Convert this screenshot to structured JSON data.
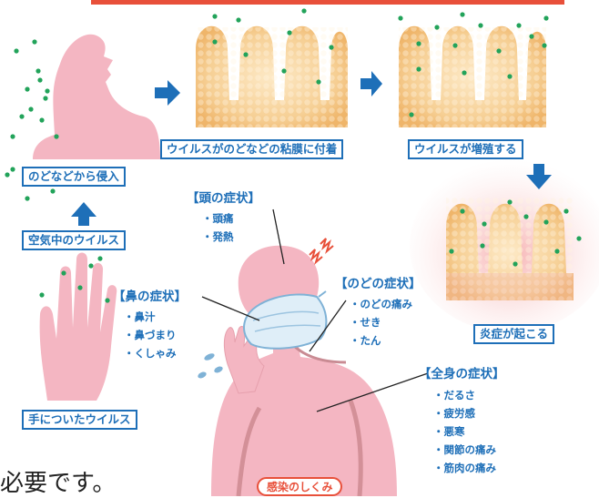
{
  "labels": {
    "invasion": "のどなどから侵入",
    "airborne_virus": "空気中のウイルス",
    "hand_virus": "手についたウイルス",
    "attach_mucosa": "ウイルスがのどなどの粘膜に付着",
    "proliferate": "ウイルスが増殖する",
    "inflammation": "炎症が起こる"
  },
  "symptom_groups": {
    "head": {
      "heading": "【頭の症状】",
      "items": [
        "頭痛",
        "発熱"
      ]
    },
    "nose": {
      "heading": "【鼻の症状】",
      "items": [
        "鼻汁",
        "鼻づまり",
        "くしゃみ"
      ]
    },
    "throat": {
      "heading": "【のどの症状】",
      "items": [
        "のどの痛み",
        "せき",
        "たん"
      ]
    },
    "body": {
      "heading": "【全身の症状】",
      "items": [
        "だるさ",
        "疲労感",
        "悪寒",
        "関節の痛み",
        "筋肉の痛み"
      ]
    }
  },
  "caption": "感染のしくみ",
  "partial_text": "必要です。",
  "colors": {
    "accent_blue": "#1e6fb8",
    "accent_red": "#e8503a",
    "skin_pink": "#f4b6c2",
    "virus_green": "#22a35a",
    "mucosa_orange": "#f3c07c"
  },
  "icons": [
    "arrow-right-icon",
    "arrow-up-icon",
    "arrow-down-icon",
    "virus-dot-icon"
  ]
}
